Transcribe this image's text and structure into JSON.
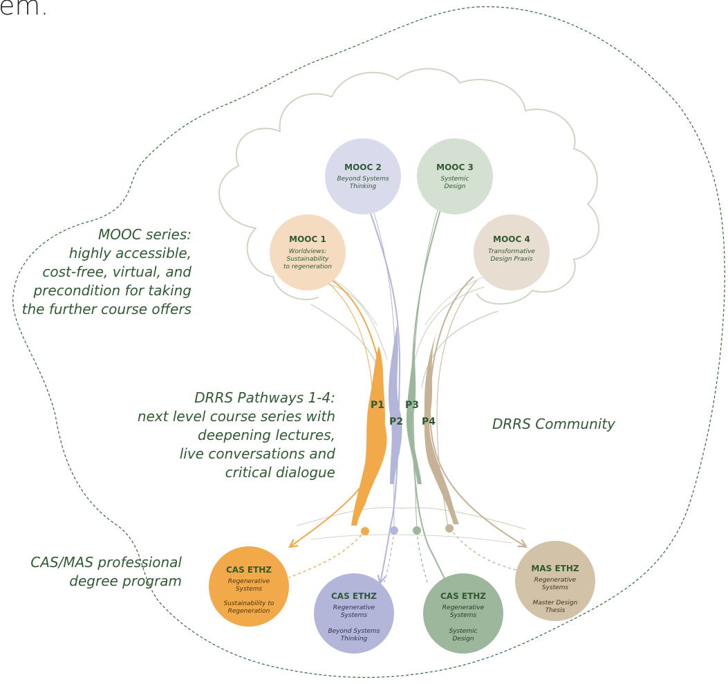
{
  "heading_fragment": "em.",
  "colors": {
    "p1": "#f2a94a",
    "p2": "#b3b6d9",
    "p3": "#9db79d",
    "p4": "#c6b296",
    "text_green": "#2f5a32",
    "boundary": "#2f6a35",
    "tree_sketch": "#cfd8c8"
  },
  "annotations": {
    "mooc_series": [
      "MOOC series:",
      "highly accessible,",
      "cost-free, virtual, and",
      "precondition for taking",
      "the further course offers"
    ],
    "pathways": [
      "DRRS Pathways 1-4:",
      "next level course series with",
      "deepening lectures,",
      "live conversations and",
      "critical dialogue"
    ],
    "community": "DRRS Community",
    "cas_mas": [
      "CAS/MAS professional",
      "degree program"
    ]
  },
  "moocs": [
    {
      "id": "mooc1",
      "title": "MOOC 1",
      "lines": [
        "Worldviews:",
        "Sustainability",
        "to regeneration"
      ],
      "color": "#f5dcc1"
    },
    {
      "id": "mooc2",
      "title": "MOOC 2",
      "lines": [
        "Beyond Systems",
        "Thinking"
      ],
      "color": "#d9dbed"
    },
    {
      "id": "mooc3",
      "title": "MOOC 3",
      "lines": [
        "Systemic",
        "Design"
      ],
      "color": "#d4e0d2"
    },
    {
      "id": "mooc4",
      "title": "MOOC 4",
      "lines": [
        "Transformative",
        "Design Praxis"
      ],
      "color": "#e7ddd0"
    }
  ],
  "pathway_labels": [
    "P1",
    "P2",
    "P3",
    "P4"
  ],
  "degrees": [
    {
      "id": "cas1",
      "title": "CAS ETHZ",
      "lines": [
        "Regenerative",
        "Systems"
      ],
      "sub": [
        "Sustainability to",
        "Regeneration"
      ],
      "color": "#f2a94a",
      "text": "#4a3410"
    },
    {
      "id": "cas2",
      "title": "CAS ETHZ",
      "lines": [
        "Regenerative",
        "Systems"
      ],
      "sub": [
        "Beyond Systems",
        "Thinking"
      ],
      "color": "#b3b6d9",
      "text": "#2b2f55"
    },
    {
      "id": "cas3",
      "title": "CAS ETHZ",
      "lines": [
        "Regenerative",
        "Systems"
      ],
      "sub": [
        "Systemic",
        "Design"
      ],
      "color": "#9db79d",
      "text": "#223b22"
    },
    {
      "id": "mas4",
      "title": "MAS ETHZ",
      "lines": [
        "Regenerative",
        "Systems"
      ],
      "sub": [
        "Master Design",
        "Thesis"
      ],
      "color": "#d1c2a8",
      "text": "#3f3220"
    }
  ]
}
